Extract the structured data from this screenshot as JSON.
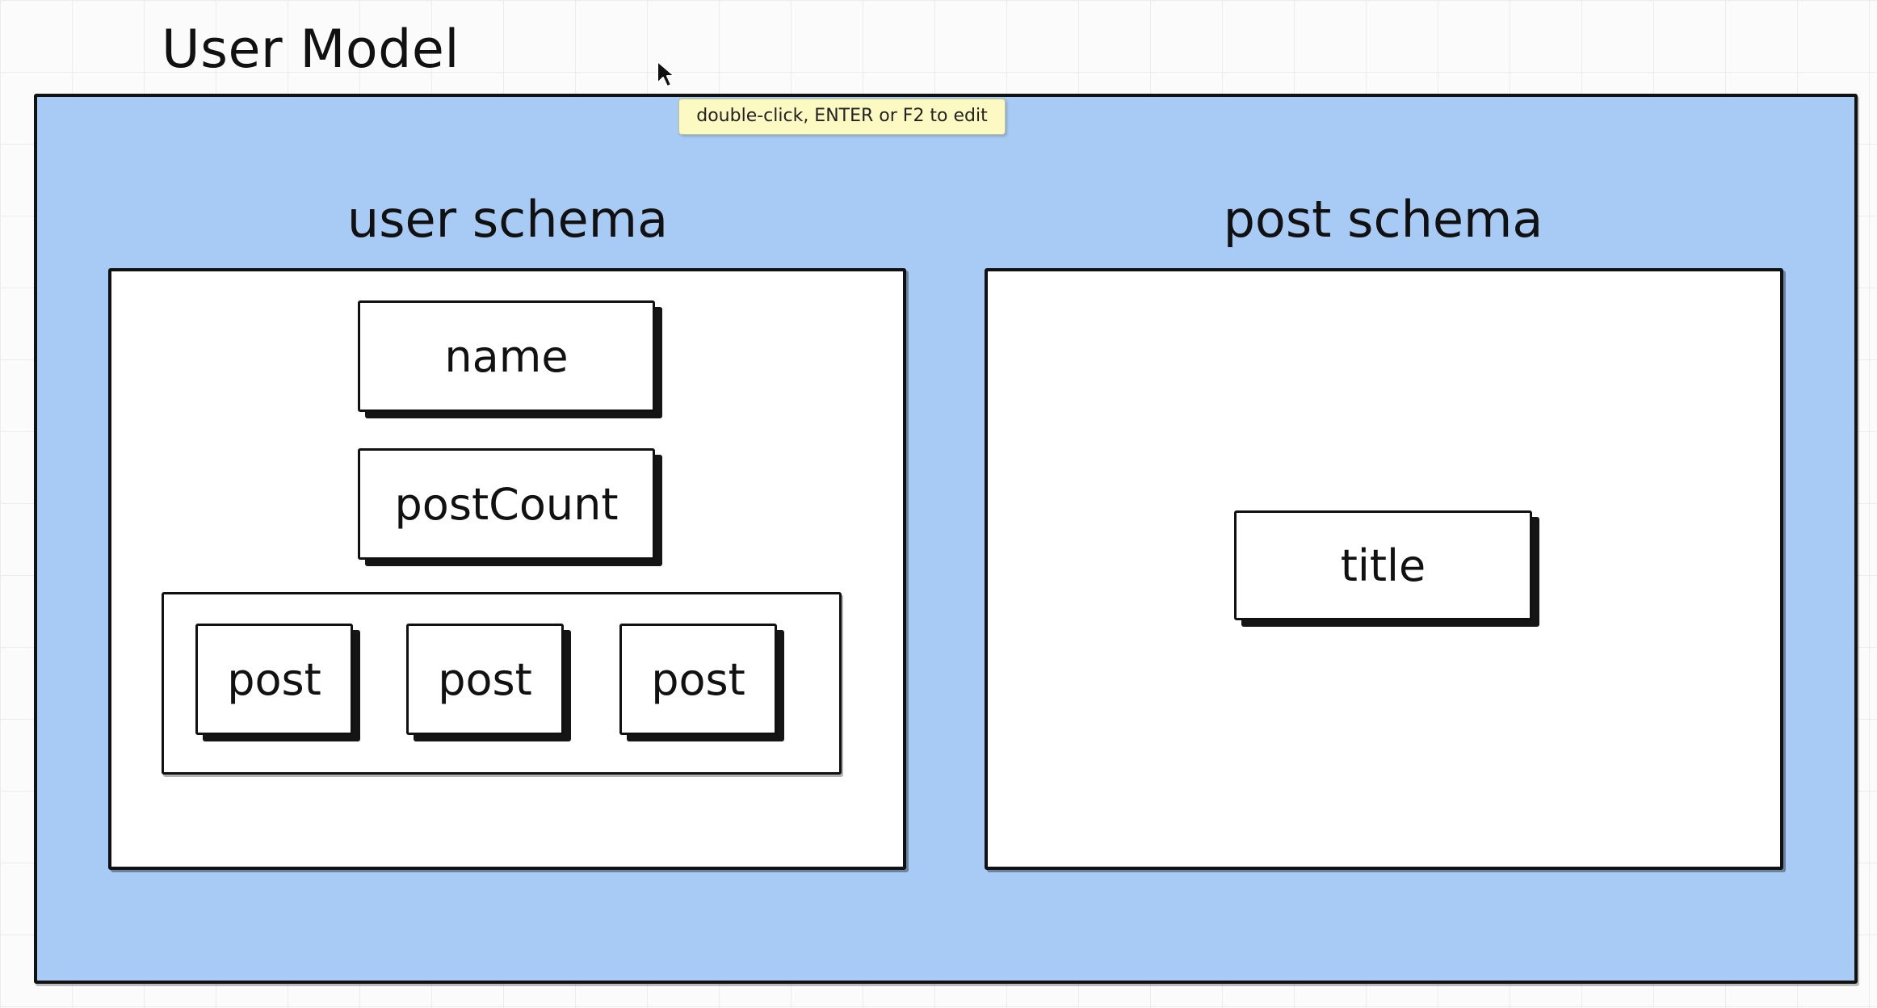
{
  "title": "User Model",
  "tooltip": "double-click, ENTER or F2 to edit",
  "user_schema": {
    "label": "user schema",
    "fields": [
      "name",
      "postCount"
    ],
    "posts": [
      "post",
      "post",
      "post"
    ]
  },
  "post_schema": {
    "label": "post schema",
    "fields": [
      "title"
    ]
  },
  "colors": {
    "frame_fill": "#a8cbf5",
    "tooltip_fill": "#fdf9c3"
  },
  "icons": {
    "cursor": "mouse-pointer-icon"
  }
}
